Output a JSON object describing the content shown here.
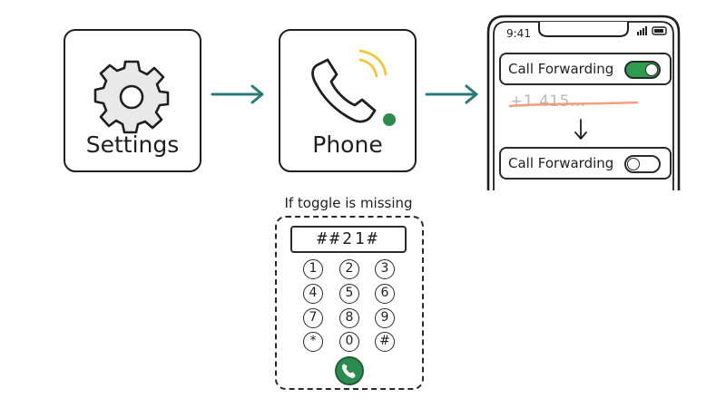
{
  "steps": {
    "settings_label": "Settings",
    "phone_label": "Phone"
  },
  "phone_screen": {
    "time": "9:41",
    "forwarding_on_label": "Call Forwarding",
    "forwarding_off_label": "Call Forwarding",
    "crossed_number": "+1 415..."
  },
  "fallback": {
    "caption": "If toggle is missing",
    "dial_code": "##21#",
    "keys": [
      "1",
      "2",
      "3",
      "4",
      "5",
      "6",
      "7",
      "8",
      "9",
      "*",
      "0",
      "#"
    ]
  },
  "colors": {
    "toggle_on": "#2e9b4f",
    "arrow": "#2b7a78",
    "strike": "#f0a080",
    "call": "#2e8b4f"
  }
}
